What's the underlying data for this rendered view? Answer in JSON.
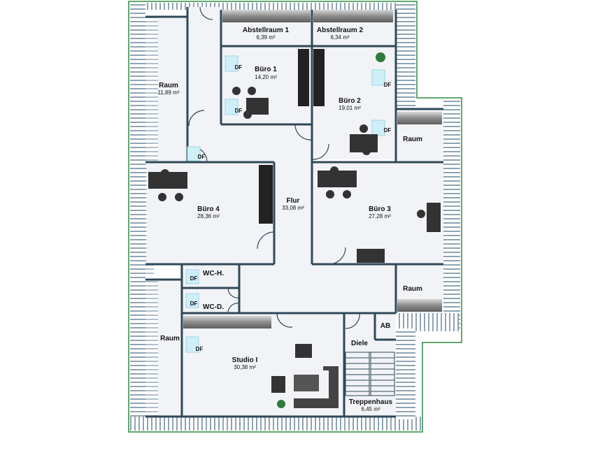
{
  "rooms": [
    {
      "id": "abstellraum1",
      "name": "Abstellraum 1",
      "area": "6,39 m²"
    },
    {
      "id": "abstellraum2",
      "name": "Abstellraum 2",
      "area": "6,34 m²"
    },
    {
      "id": "raum-left-top",
      "name": "Raum",
      "area": "11,89 m²"
    },
    {
      "id": "buero1",
      "name": "Büro 1",
      "area": "14,20 m²"
    },
    {
      "id": "buero2",
      "name": "Büro 2",
      "area": "19,01 m²"
    },
    {
      "id": "raum-right-top",
      "name": "Raum",
      "area": ""
    },
    {
      "id": "buero4",
      "name": "Büro 4",
      "area": "28,36 m²"
    },
    {
      "id": "flur",
      "name": "Flur",
      "area": "33,08 m²"
    },
    {
      "id": "buero3",
      "name": "Büro 3",
      "area": "27,28 m²"
    },
    {
      "id": "wc-h",
      "name": "WC-H.",
      "area": ""
    },
    {
      "id": "wc-d",
      "name": "WC-D.",
      "area": ""
    },
    {
      "id": "raum-right-mid",
      "name": "Raum",
      "area": ""
    },
    {
      "id": "ab",
      "name": "AB",
      "area": ""
    },
    {
      "id": "diele",
      "name": "Diele",
      "area": ""
    },
    {
      "id": "raum-left-bottom",
      "name": "Raum",
      "area": ""
    },
    {
      "id": "studio",
      "name": "Studio I",
      "area": "30,38 m²"
    },
    {
      "id": "treppenhaus",
      "name": "Treppenhaus",
      "area": "6,45 m²"
    }
  ],
  "df_label": "DF",
  "colors": {
    "wall": "#2f4858",
    "floor": "#f1f3f6",
    "outline": "#2e8b3e",
    "window": "#cfeff8"
  }
}
